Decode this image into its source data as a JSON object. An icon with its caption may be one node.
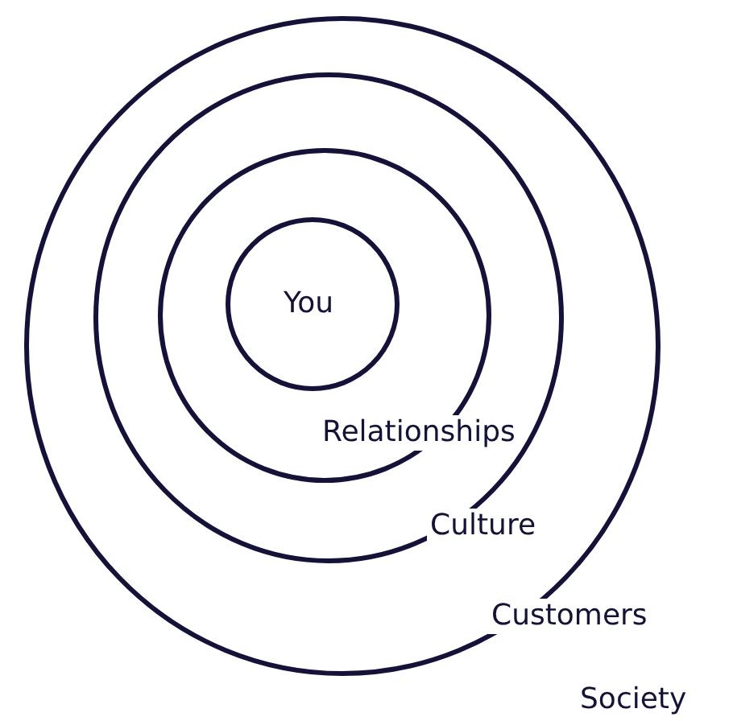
{
  "diagram": {
    "nodes": [
      {
        "text": [
          "Customers"
        ]
      },
      {
        "text": [
          "Culture"
        ],
        "in": 0
      },
      {
        "text": [
          "Relationships"
        ],
        "in": 1
      },
      {
        "text": [
          "You"
        ],
        "in": 2
      }
    ],
    "labels": [
      "Society"
    ]
  }
}
